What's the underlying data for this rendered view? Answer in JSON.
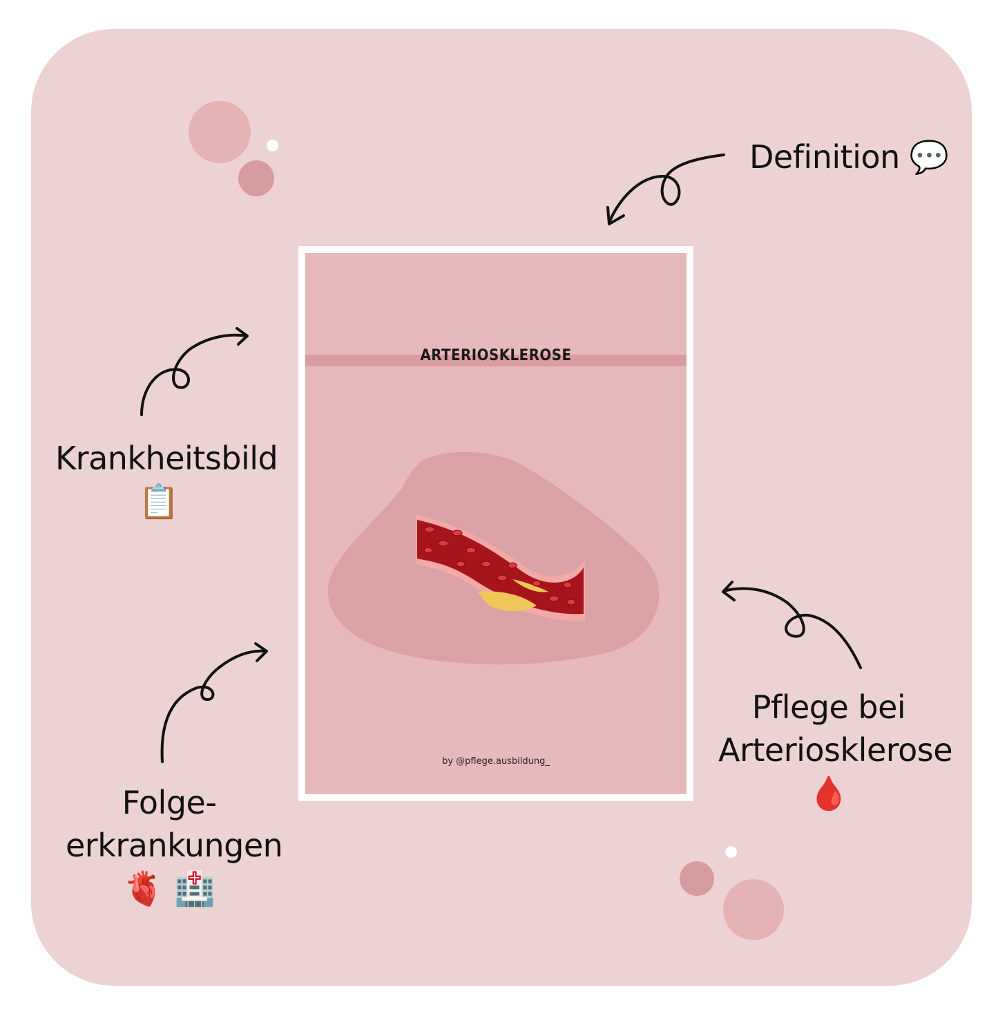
{
  "labels": {
    "definition": "Definition",
    "krankheitsbild": "Krankheitsbild",
    "folge_line1": "Folge-",
    "folge_line2": "erkrankungen",
    "pflege_line1": "Pflege bei",
    "pflege_line2": "Arteriosklerose"
  },
  "emojis": {
    "speech": "💬",
    "clipboard": "📋",
    "heart": "🫀",
    "hospital": "🏥",
    "blood": "🩸"
  },
  "poster": {
    "title": "ARTERIOSKLEROSE",
    "credit": "by @pflege.ausbildung_"
  },
  "colors": {
    "card": "#edd2d3",
    "poster_bg": "#e6b9bc",
    "band": "#d89da1",
    "blob": "#dba2a5",
    "vessel": "#a8141c",
    "plaque": "#f2c75a"
  }
}
